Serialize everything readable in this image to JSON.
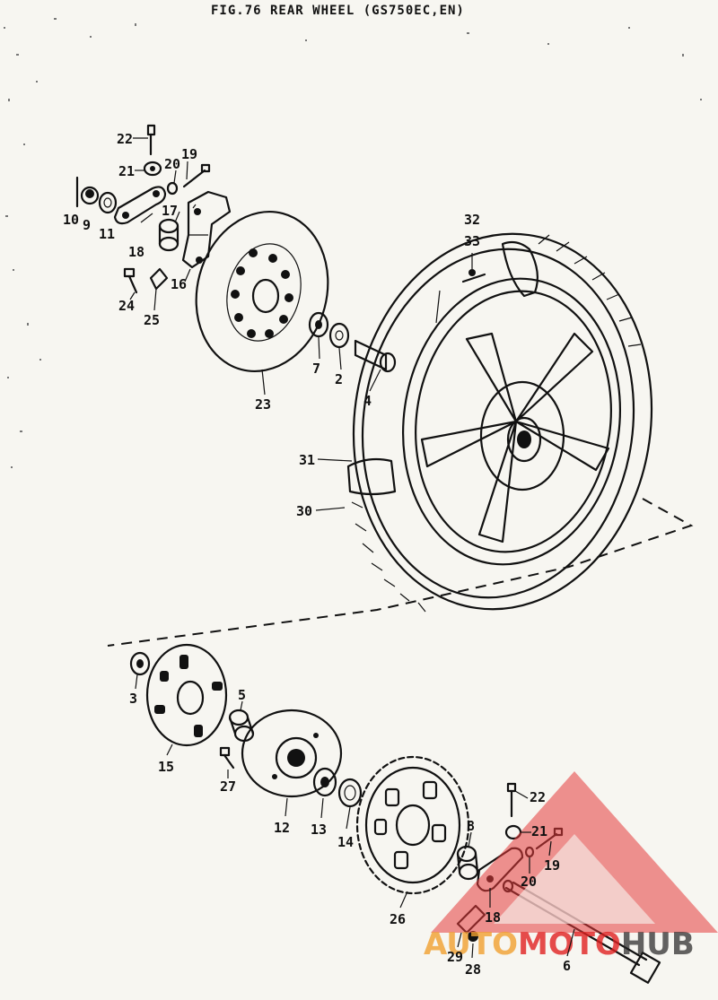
{
  "title": "FIG.76  REAR WHEEL  (GS750EC,EN)",
  "watermark": {
    "part1": "AUTO",
    "part2": "MOTO",
    "part3": "HUB",
    "colors": {
      "accent": "#f0a030",
      "red": "#e02020",
      "dark": "#222222",
      "logo": "#e63a3a"
    }
  },
  "callouts": {
    "c1": "22",
    "c2": "21",
    "c3": "20",
    "c4": "19",
    "c5": "10",
    "c6": "9",
    "c7": "11",
    "c8": "18",
    "c9": "17",
    "c10": "16",
    "c11": "24",
    "c12": "25",
    "c13": "23",
    "c14": "7",
    "c15": "2",
    "c16": "4",
    "c17": "32",
    "c18": "33",
    "c19": "31",
    "c20": "30",
    "c21": "3",
    "c22": "15",
    "c23": "5",
    "c24": "27",
    "c25": "12",
    "c26": "13",
    "c27": "14",
    "c28": "26",
    "c29": "8",
    "c30": "22",
    "c31": "21",
    "c32": "19",
    "c33": "20",
    "c34": "18",
    "c35": "29",
    "c36": "28",
    "c37": "6"
  }
}
